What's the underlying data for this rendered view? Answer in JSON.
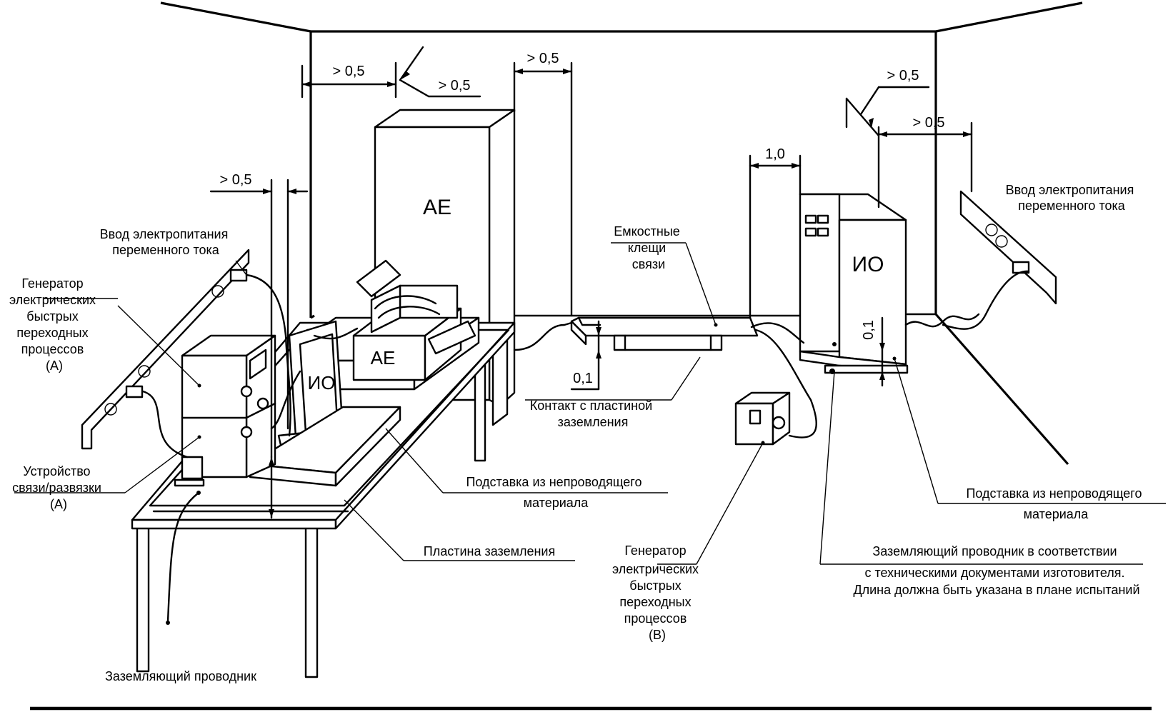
{
  "labels": {
    "ae_cabinet": "AE",
    "ae_table": "AE",
    "io_cabinet": "ИО",
    "io_table": "ИО",
    "power_left": [
      "Ввод электропитания",
      "переменного тока"
    ],
    "power_right": [
      "Ввод электропитания",
      "переменного тока"
    ],
    "generator_a": [
      "Генератор",
      "электрических",
      "быстрых",
      "переходных",
      "процессов",
      "(A)"
    ],
    "coupling_a": [
      "Устройство",
      "связи/развязки",
      "(A)"
    ],
    "capacitive_clamp": [
      "Емкостные",
      "клещи",
      "связи"
    ],
    "ground_contact": [
      "Контакт с пластиной",
      "заземления"
    ],
    "stand_center": [
      "Подставка из непроводящего",
      "материала"
    ],
    "stand_right": [
      "Подставка из непроводящего",
      "материала"
    ],
    "ground_plate": "Пластина заземления",
    "generator_b": [
      "Генератор",
      "электрических",
      "быстрых",
      "переходных",
      "процессов",
      "(B)"
    ],
    "ground_conductor_right": [
      "Заземляющий проводник в соответствии",
      "с техническими документами изготовителя.",
      "Длина должна быть указана в плане испытаний"
    ],
    "ground_conductor_left": "Заземляющий проводник"
  },
  "dimensions": {
    "gap_wall_ae_1": "> 0,5",
    "gap_wall_ae_2": "> 0,5",
    "gap_ae_right": "> 0,5",
    "gap_io_table": "> 0,5",
    "gap_clamp_io": "1,0",
    "gap_io_wall_1": "> 0,5",
    "gap_io_wall_2": "> 0,5",
    "height_clamp": "0,1",
    "height_io": "0,1"
  }
}
